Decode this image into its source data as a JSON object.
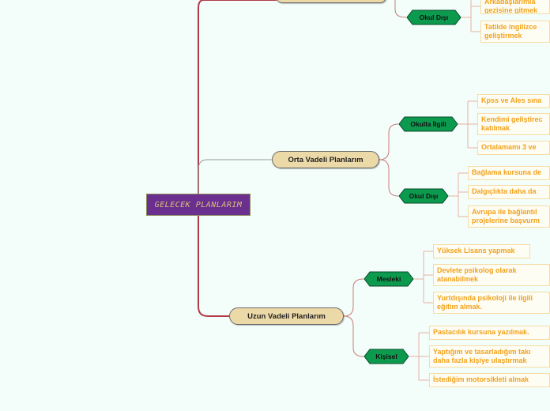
{
  "root": {
    "label": "GELECEK PLANLARIM"
  },
  "mid_term": {
    "label": "Orta Vadeli Planlarım",
    "school": {
      "label": "Okulla İlgili",
      "items": [
        "Kpss ve Ales sına",
        "Kendimi geliştirec",
        "katılmak",
        "Ortalamamı 3 ve"
      ]
    },
    "outside": {
      "label": "Okul Dışı",
      "items": [
        "Bağlama kursuna de",
        "Dalgıçlıkta daha da",
        "Avrupa ile bağlantıl",
        "projelerine başvurm"
      ]
    }
  },
  "long_term": {
    "label": "Uzun Vadeli Planlarım",
    "professional": {
      "label": "Mesleki",
      "items": [
        "Yüksek Lisans yapmak",
        "Devlete psikolog olarak",
        "atanabilmek",
        "Yurtdışında psikoloji ile ilgili",
        "eğitim almak."
      ]
    },
    "personal": {
      "label": "Kişisel",
      "items": [
        "Pastacılık kursuna yazılmak.",
        "Yaptığım ve tasarladığım takı",
        "daha fazla kişiye ulaştırmak",
        "İstediğim motorsikleti almak"
      ]
    }
  },
  "short_term": {
    "outside": {
      "label": "Okul Dışı",
      "items": [
        "Arkadaşlarımla",
        "gezisine gitmek",
        "Tatilde ingilizce",
        "geliştirmek"
      ]
    }
  },
  "colors": {
    "background": "#f3fefb",
    "root_fill": "#6a2f8f",
    "root_text": "#d8c27a",
    "main_fill": "#ecd9a8",
    "hex_fill": "#0c9a4e",
    "leaf_text": "#f2a21a",
    "trunk": "#b23a48"
  }
}
